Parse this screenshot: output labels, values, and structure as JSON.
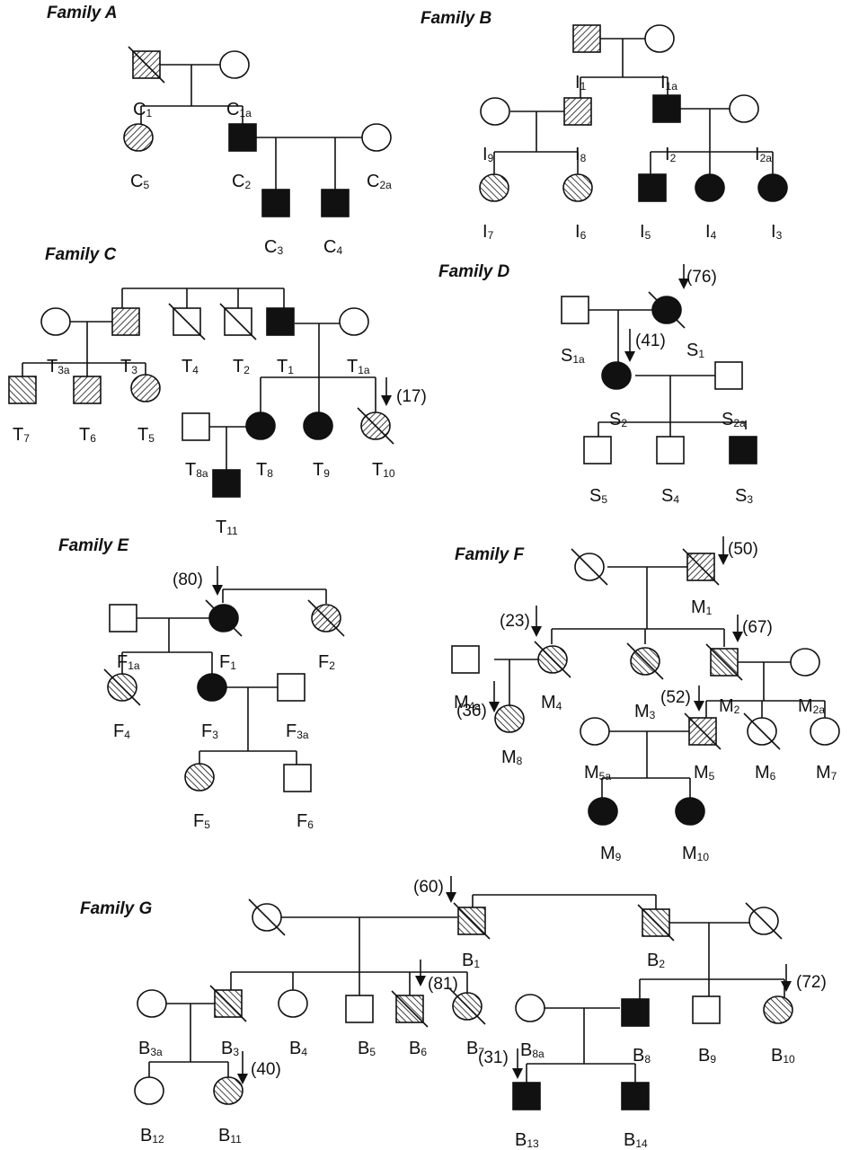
{
  "figure": {
    "type": "pedigree-chart",
    "legend_fill_types": {
      "affected": "solid black",
      "carrier_hatched": "diagonal hatch",
      "unaffected": "open"
    }
  },
  "colors": {
    "ink": "#111111",
    "background": "#ffffff"
  },
  "families": [
    {
      "id": "A",
      "title": "Family A",
      "individuals": [
        {
          "id": "C1",
          "letter": "C",
          "sub": "1",
          "sex": "male",
          "status": "hatched",
          "deceased": true,
          "age": null
        },
        {
          "id": "C1a",
          "letter": "C",
          "sub": "1a",
          "sex": "female",
          "status": "unaffected",
          "deceased": false,
          "age": null
        },
        {
          "id": "C5",
          "letter": "C",
          "sub": "5",
          "sex": "female",
          "status": "hatched",
          "deceased": false,
          "age": null
        },
        {
          "id": "C2",
          "letter": "C",
          "sub": "2",
          "sex": "male",
          "status": "affected",
          "deceased": false,
          "age": null
        },
        {
          "id": "C2a",
          "letter": "C",
          "sub": "2a",
          "sex": "female",
          "status": "unaffected",
          "deceased": false,
          "age": null
        },
        {
          "id": "C3",
          "letter": "C",
          "sub": "3",
          "sex": "male",
          "status": "affected",
          "deceased": false,
          "age": null
        },
        {
          "id": "C4",
          "letter": "C",
          "sub": "4",
          "sex": "male",
          "status": "affected",
          "deceased": false,
          "age": null
        }
      ]
    },
    {
      "id": "B",
      "title": "Family B",
      "individuals": [
        {
          "id": "I1",
          "letter": "I",
          "sub": "1",
          "sex": "male",
          "status": "hatched",
          "deceased": false,
          "age": null
        },
        {
          "id": "I1a",
          "letter": "I",
          "sub": "1a",
          "sex": "female",
          "status": "unaffected",
          "deceased": false,
          "age": null
        },
        {
          "id": "I9",
          "letter": "I",
          "sub": "9",
          "sex": "female",
          "status": "unaffected",
          "deceased": false,
          "age": null
        },
        {
          "id": "I8",
          "letter": "I",
          "sub": "8",
          "sex": "male",
          "status": "hatched",
          "deceased": false,
          "age": null
        },
        {
          "id": "I2",
          "letter": "I",
          "sub": "2",
          "sex": "male",
          "status": "affected",
          "deceased": false,
          "age": null
        },
        {
          "id": "I2a",
          "letter": "I",
          "sub": "2a",
          "sex": "female",
          "status": "unaffected",
          "deceased": false,
          "age": null
        },
        {
          "id": "I7",
          "letter": "I",
          "sub": "7",
          "sex": "female",
          "status": "hatched",
          "deceased": false,
          "age": null
        },
        {
          "id": "I6",
          "letter": "I",
          "sub": "6",
          "sex": "female",
          "status": "hatched",
          "deceased": false,
          "age": null
        },
        {
          "id": "I5",
          "letter": "I",
          "sub": "5",
          "sex": "male",
          "status": "affected",
          "deceased": false,
          "age": null
        },
        {
          "id": "I4",
          "letter": "I",
          "sub": "4",
          "sex": "female",
          "status": "affected",
          "deceased": false,
          "age": null
        },
        {
          "id": "I3",
          "letter": "I",
          "sub": "3",
          "sex": "female",
          "status": "affected",
          "deceased": false,
          "age": null
        }
      ]
    },
    {
      "id": "C",
      "title": "Family C",
      "individuals": [
        {
          "id": "T3a",
          "letter": "T",
          "sub": "3a",
          "sex": "female",
          "status": "unaffected",
          "deceased": false,
          "age": null
        },
        {
          "id": "T3",
          "letter": "T",
          "sub": "3",
          "sex": "male",
          "status": "hatched",
          "deceased": false,
          "age": null
        },
        {
          "id": "T4",
          "letter": "T",
          "sub": "4",
          "sex": "male",
          "status": "unaffected",
          "deceased": true,
          "age": null
        },
        {
          "id": "T2",
          "letter": "T",
          "sub": "2",
          "sex": "male",
          "status": "unaffected",
          "deceased": true,
          "age": null
        },
        {
          "id": "T1",
          "letter": "T",
          "sub": "1",
          "sex": "male",
          "status": "affected",
          "deceased": false,
          "age": null
        },
        {
          "id": "T1a",
          "letter": "T",
          "sub": "1a",
          "sex": "female",
          "status": "unaffected",
          "deceased": false,
          "age": null
        },
        {
          "id": "T7",
          "letter": "T",
          "sub": "7",
          "sex": "male",
          "status": "hatched",
          "deceased": false,
          "age": null
        },
        {
          "id": "T6",
          "letter": "T",
          "sub": "6",
          "sex": "male",
          "status": "hatched",
          "deceased": false,
          "age": null
        },
        {
          "id": "T5",
          "letter": "T",
          "sub": "5",
          "sex": "female",
          "status": "hatched",
          "deceased": false,
          "age": null
        },
        {
          "id": "T8a",
          "letter": "T",
          "sub": "8a",
          "sex": "male",
          "status": "unaffected",
          "deceased": false,
          "age": null
        },
        {
          "id": "T8",
          "letter": "T",
          "sub": "8",
          "sex": "female",
          "status": "affected",
          "deceased": false,
          "age": null
        },
        {
          "id": "T9",
          "letter": "T",
          "sub": "9",
          "sex": "female",
          "status": "affected",
          "deceased": false,
          "age": null
        },
        {
          "id": "T10",
          "letter": "T",
          "sub": "10",
          "sex": "female",
          "status": "hatched",
          "deceased": true,
          "age": "(17)"
        },
        {
          "id": "T11",
          "letter": "T",
          "sub": "11",
          "sex": "male",
          "status": "affected",
          "deceased": false,
          "age": null
        }
      ]
    },
    {
      "id": "D",
      "title": "Family D",
      "individuals": [
        {
          "id": "S1a",
          "letter": "S",
          "sub": "1a",
          "sex": "male",
          "status": "unaffected",
          "deceased": false,
          "age": null
        },
        {
          "id": "S1",
          "letter": "S",
          "sub": "1",
          "sex": "female",
          "status": "affected",
          "deceased": true,
          "age": "(76)"
        },
        {
          "id": "S2",
          "letter": "S",
          "sub": "2",
          "sex": "female",
          "status": "affected",
          "deceased": false,
          "age": "(41)"
        },
        {
          "id": "S2a",
          "letter": "S",
          "sub": "2a",
          "sex": "male",
          "status": "unaffected",
          "deceased": false,
          "age": null
        },
        {
          "id": "S5",
          "letter": "S",
          "sub": "5",
          "sex": "male",
          "status": "unaffected",
          "deceased": false,
          "age": null
        },
        {
          "id": "S4",
          "letter": "S",
          "sub": "4",
          "sex": "male",
          "status": "unaffected",
          "deceased": false,
          "age": null
        },
        {
          "id": "S3",
          "letter": "S",
          "sub": "3",
          "sex": "male",
          "status": "affected",
          "deceased": false,
          "age": null
        }
      ]
    },
    {
      "id": "E",
      "title": "Family E",
      "individuals": [
        {
          "id": "F1a",
          "letter": "F",
          "sub": "1a",
          "sex": "male",
          "status": "unaffected",
          "deceased": false,
          "age": null
        },
        {
          "id": "F1",
          "letter": "F",
          "sub": "1",
          "sex": "female",
          "status": "affected",
          "deceased": true,
          "age": "(80)"
        },
        {
          "id": "F2",
          "letter": "F",
          "sub": "2",
          "sex": "female",
          "status": "hatched",
          "deceased": true,
          "age": null
        },
        {
          "id": "F4",
          "letter": "F",
          "sub": "4",
          "sex": "female",
          "status": "hatched",
          "deceased": true,
          "age": null
        },
        {
          "id": "F3",
          "letter": "F",
          "sub": "3",
          "sex": "female",
          "status": "affected",
          "deceased": false,
          "age": null
        },
        {
          "id": "F3a",
          "letter": "F",
          "sub": "3a",
          "sex": "male",
          "status": "unaffected",
          "deceased": false,
          "age": null
        },
        {
          "id": "F5",
          "letter": "F",
          "sub": "5",
          "sex": "female",
          "status": "hatched",
          "deceased": false,
          "age": null
        },
        {
          "id": "F6",
          "letter": "F",
          "sub": "6",
          "sex": "male",
          "status": "unaffected",
          "deceased": false,
          "age": null
        }
      ]
    },
    {
      "id": "F",
      "title": "Family F",
      "individuals": [
        {
          "id": "MF0",
          "letter": "",
          "sub": "",
          "sex": "female",
          "status": "unaffected",
          "deceased": true,
          "age": null
        },
        {
          "id": "M1",
          "letter": "M",
          "sub": "1",
          "sex": "male",
          "status": "hatched",
          "deceased": true,
          "age": "(50)"
        },
        {
          "id": "M4a",
          "letter": "M",
          "sub": "4a",
          "sex": "male",
          "status": "unaffected",
          "deceased": false,
          "age": null
        },
        {
          "id": "M4",
          "letter": "M",
          "sub": "4",
          "sex": "female",
          "status": "hatched",
          "deceased": true,
          "age": "(23)"
        },
        {
          "id": "M3",
          "letter": "M",
          "sub": "3",
          "sex": "female",
          "status": "hatched",
          "deceased": true,
          "age": null
        },
        {
          "id": "M2",
          "letter": "M",
          "sub": "2",
          "sex": "male",
          "status": "hatched",
          "deceased": true,
          "age": "(67)"
        },
        {
          "id": "M2a",
          "letter": "M",
          "sub": "2a",
          "sex": "female",
          "status": "unaffected",
          "deceased": false,
          "age": null
        },
        {
          "id": "M8",
          "letter": "M",
          "sub": "8",
          "sex": "female",
          "status": "hatched",
          "deceased": false,
          "age": "(36)"
        },
        {
          "id": "M5a",
          "letter": "M",
          "sub": "5a",
          "sex": "female",
          "status": "unaffected",
          "deceased": false,
          "age": null
        },
        {
          "id": "M5",
          "letter": "M",
          "sub": "5",
          "sex": "male",
          "status": "hatched",
          "deceased": true,
          "age": "(52)"
        },
        {
          "id": "M6",
          "letter": "M",
          "sub": "6",
          "sex": "female",
          "status": "unaffected",
          "deceased": true,
          "age": null
        },
        {
          "id": "M7",
          "letter": "M",
          "sub": "7",
          "sex": "female",
          "status": "unaffected",
          "deceased": false,
          "age": null
        },
        {
          "id": "M9",
          "letter": "M",
          "sub": "9",
          "sex": "female",
          "status": "affected",
          "deceased": false,
          "age": null
        },
        {
          "id": "M10",
          "letter": "M",
          "sub": "10",
          "sex": "female",
          "status": "affected",
          "deceased": false,
          "age": null
        }
      ]
    },
    {
      "id": "G",
      "title": "Family G",
      "individuals": [
        {
          "id": "BG0",
          "letter": "",
          "sub": "",
          "sex": "female",
          "status": "unaffected",
          "deceased": true,
          "age": null
        },
        {
          "id": "B1",
          "letter": "B",
          "sub": "1",
          "sex": "male",
          "status": "hatched",
          "deceased": true,
          "age": "(60)"
        },
        {
          "id": "B2",
          "letter": "B",
          "sub": "2",
          "sex": "male",
          "status": "hatched",
          "deceased": true,
          "age": null
        },
        {
          "id": "BG1",
          "letter": "",
          "sub": "",
          "sex": "female",
          "status": "unaffected",
          "deceased": true,
          "age": null
        },
        {
          "id": "B3a",
          "letter": "B",
          "sub": "3a",
          "sex": "female",
          "status": "unaffected",
          "deceased": false,
          "age": null
        },
        {
          "id": "B3",
          "letter": "B",
          "sub": "3",
          "sex": "male",
          "status": "hatched",
          "deceased": true,
          "age": null
        },
        {
          "id": "B4",
          "letter": "B",
          "sub": "4",
          "sex": "female",
          "status": "unaffected",
          "deceased": false,
          "age": null
        },
        {
          "id": "B5",
          "letter": "B",
          "sub": "5",
          "sex": "male",
          "status": "unaffected",
          "deceased": false,
          "age": null
        },
        {
          "id": "B6",
          "letter": "B",
          "sub": "6",
          "sex": "male",
          "status": "hatched",
          "deceased": true,
          "age": "(81)"
        },
        {
          "id": "B7",
          "letter": "B",
          "sub": "7",
          "sex": "female",
          "status": "hatched",
          "deceased": true,
          "age": null
        },
        {
          "id": "B8a",
          "letter": "B",
          "sub": "8a",
          "sex": "female",
          "status": "unaffected",
          "deceased": false,
          "age": null
        },
        {
          "id": "B8",
          "letter": "B",
          "sub": "8",
          "sex": "male",
          "status": "affected",
          "deceased": false,
          "age": null
        },
        {
          "id": "B9",
          "letter": "B",
          "sub": "9",
          "sex": "male",
          "status": "unaffected",
          "deceased": false,
          "age": null
        },
        {
          "id": "B10",
          "letter": "B",
          "sub": "10",
          "sex": "female",
          "status": "hatched",
          "deceased": false,
          "age": "(72)"
        },
        {
          "id": "B12",
          "letter": "B",
          "sub": "12",
          "sex": "female",
          "status": "unaffected",
          "deceased": false,
          "age": null
        },
        {
          "id": "B11",
          "letter": "B",
          "sub": "11",
          "sex": "female",
          "status": "hatched",
          "deceased": false,
          "age": "(40)"
        },
        {
          "id": "B13",
          "letter": "B",
          "sub": "13",
          "sex": "male",
          "status": "affected",
          "deceased": false,
          "age": "(31)"
        },
        {
          "id": "B14",
          "letter": "B",
          "sub": "14",
          "sex": "male",
          "status": "affected",
          "deceased": false,
          "age": null
        }
      ]
    }
  ]
}
